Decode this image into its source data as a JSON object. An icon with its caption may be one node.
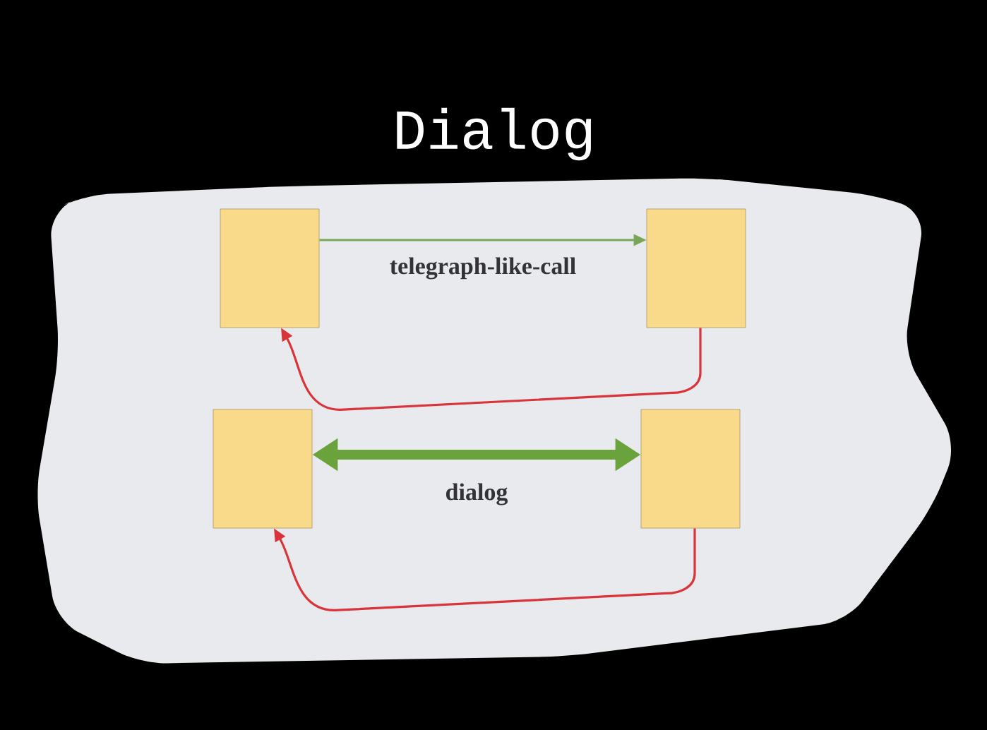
{
  "diagram": {
    "title": "Dialog",
    "nodes": [
      {
        "text": [],
        "shape": "box"
      },
      {
        "text": [],
        "shape": "box"
      },
      {
        "text": [],
        "shape": "box"
      },
      {
        "text": [],
        "shape": "box"
      }
    ],
    "edges": [
      {
        "from": 0,
        "to": 1,
        "arrow": "to",
        "label": "telegraph-like-call",
        "color": "#7aa65a"
      },
      {
        "from": 1,
        "to": 0,
        "arrow": "to",
        "color": "#d9343a"
      },
      {
        "from": 2,
        "to": 3,
        "arrow": "both",
        "label": "dialog",
        "style": "thick",
        "color": "#6aa33c"
      },
      {
        "from": 3,
        "to": 2,
        "arrow": "to",
        "color": "#d9343a"
      }
    ]
  }
}
